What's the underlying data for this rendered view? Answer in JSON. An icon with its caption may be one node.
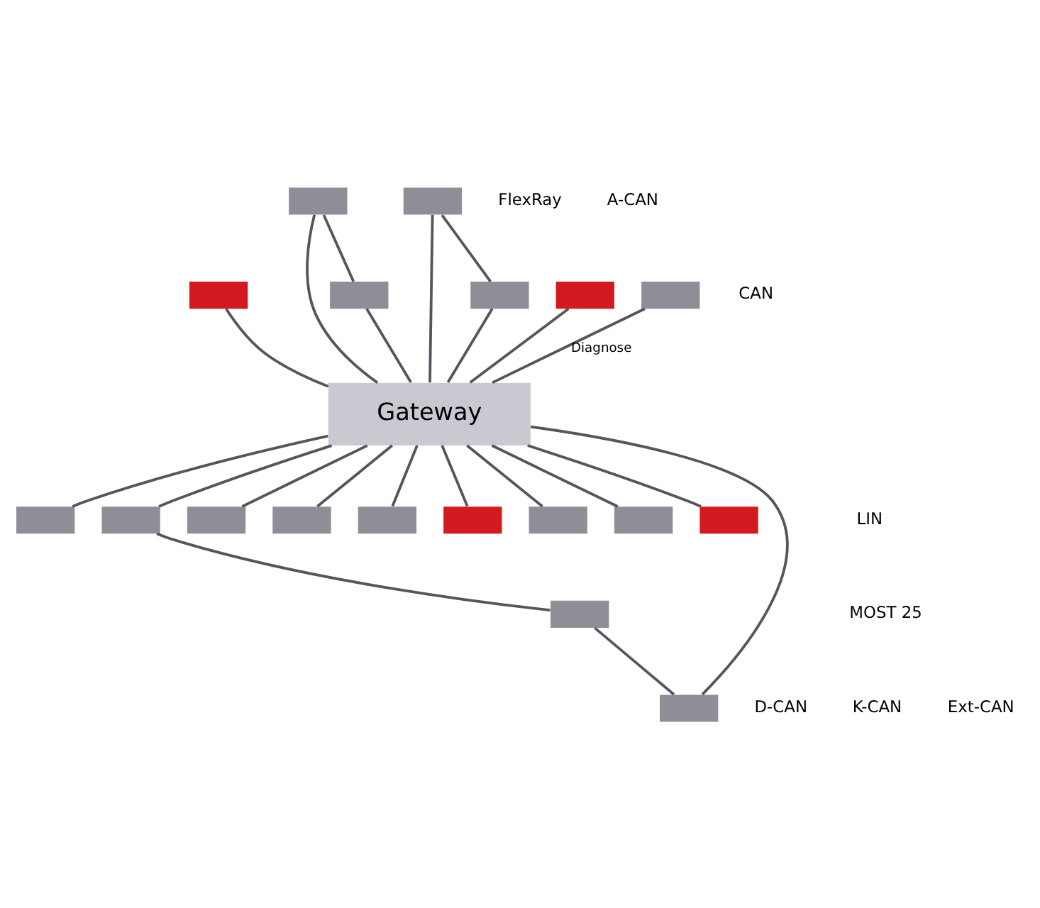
{
  "diagram": {
    "nodes": [
      {
        "text": [
          "Gateway"
        ]
      },
      {
        "text": [],
        "shape": "box"
      },
      {
        "text": [],
        "shape": "box"
      },
      {
        "text": [],
        "shape": "box"
      },
      {
        "text": [],
        "shape": "box"
      },
      {
        "text": [],
        "shape": "box"
      },
      {
        "text": [],
        "shape": "box"
      },
      {
        "text": [],
        "shape": "box"
      },
      {
        "text": [],
        "shape": "box"
      },
      {
        "text": [],
        "shape": "box"
      },
      {
        "text": [],
        "shape": "box"
      },
      {
        "text": [],
        "shape": "box"
      },
      {
        "text": [],
        "shape": "box"
      },
      {
        "text": [],
        "shape": "box"
      },
      {
        "text": [],
        "shape": "box"
      },
      {
        "text": [],
        "shape": "box"
      },
      {
        "text": [],
        "shape": "box"
      },
      {
        "text": [],
        "shape": "box"
      },
      {
        "text": [],
        "shape": "box"
      }
    ],
    "edges": [
      {
        "from": 1,
        "to": 0,
        "arrow": "none"
      },
      {
        "from": 2,
        "to": 0,
        "arrow": "none"
      },
      {
        "from": 3,
        "to": 0,
        "arrow": "none"
      },
      {
        "from": 4,
        "to": 0,
        "arrow": "none"
      },
      {
        "from": 5,
        "to": 0,
        "arrow": "none"
      },
      {
        "from": 6,
        "to": 0,
        "arrow": "none"
      },
      {
        "from": 2,
        "to": 5,
        "arrow": "none"
      },
      {
        "from": 3,
        "to": 6,
        "arrow": "none"
      },
      {
        "from": 7,
        "to": 0,
        "label": "Diagnose",
        "arrow": "none"
      },
      {
        "from": 0,
        "to": 8,
        "arrow": "none"
      },
      {
        "from": 0,
        "to": 9,
        "arrow": "none"
      },
      {
        "from": 9,
        "to": 10,
        "arrow": "none"
      },
      {
        "from": 10,
        "to": 11,
        "arrow": "none"
      },
      {
        "from": 11,
        "to": 0,
        "arrow": "none"
      },
      {
        "from": 0,
        "to": 12,
        "arrow": "none"
      },
      {
        "from": 0,
        "to": 13,
        "arrow": "none"
      },
      {
        "from": 0,
        "to": 14,
        "arrow": "none"
      },
      {
        "from": 0,
        "to": 15,
        "arrow": "none"
      },
      {
        "from": 0,
        "to": 16,
        "arrow": "none"
      },
      {
        "from": 0,
        "to": 17,
        "arrow": "none"
      },
      {
        "from": 0,
        "to": 18,
        "arrow": "none"
      }
    ],
    "labels": [
      "FlexRay",
      "A-CAN",
      "CAN",
      "LIN",
      "MOST 25",
      "D-CAN",
      "K-CAN",
      "Ext-CAN"
    ]
  }
}
